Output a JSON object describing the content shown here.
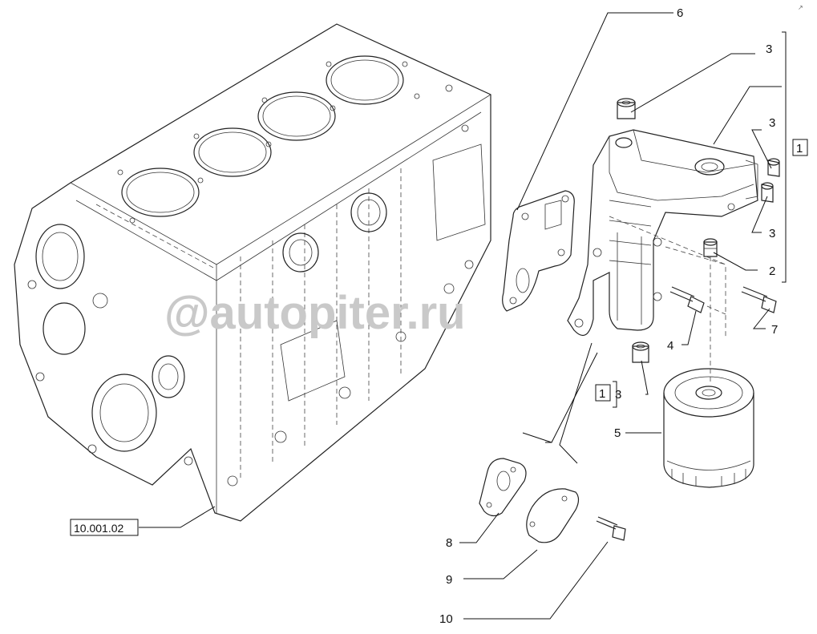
{
  "labels": {
    "c1": "1",
    "c2": "1",
    "n2": "2",
    "n3a": "3",
    "n3b": "3",
    "n3c": "3",
    "n3d": "3",
    "n4": "4",
    "n5": "5",
    "n6": "6",
    "n7": "7",
    "n8": "8",
    "n9": "9",
    "n10": "10"
  },
  "reference": "10.001.02",
  "watermark": "@autopiter.ru"
}
